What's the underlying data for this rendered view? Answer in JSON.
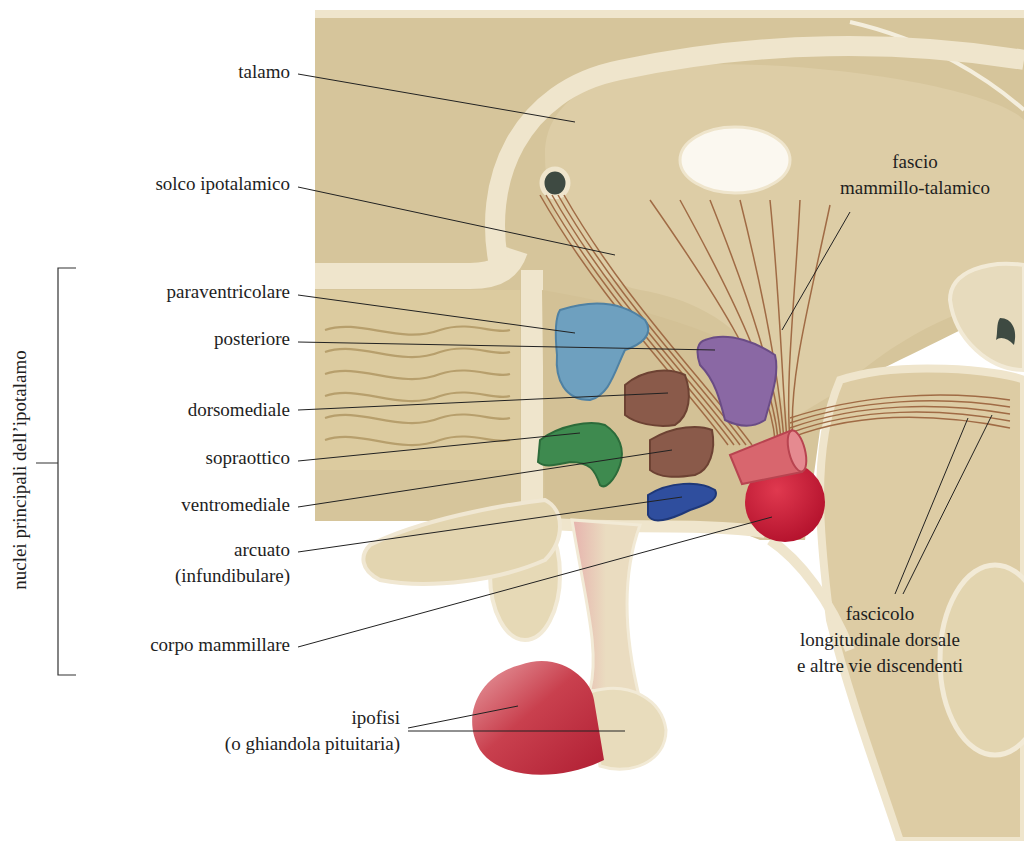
{
  "diagram": {
    "labels": [
      "talamo",
      "solco ipotalamico",
      "fascio mammillo-talamico",
      "paraventricolare",
      "posteriore",
      "dorsomediale",
      "sopraottico",
      "ventromediale",
      "arcuato (infundibulare)",
      "corpo mammillare",
      "ipofisi (o ghiandola pituitaria)",
      "fascicolo longitudinale dorsale e altre vie discendenti",
      "nuclei principali dell’ipotalamo"
    ]
  }
}
